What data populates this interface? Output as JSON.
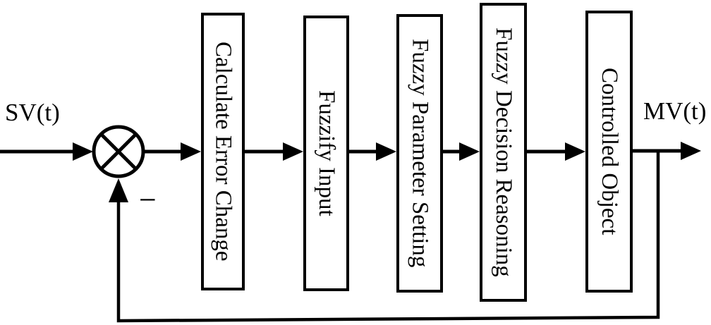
{
  "diagram": {
    "input_label": "SV(t)",
    "output_label": "MV(t)",
    "feedback_sign": "−",
    "summing_junction": "circle-with-cross",
    "blocks": [
      {
        "label": "Calculate Error Change"
      },
      {
        "label": "Fuzzify Input"
      },
      {
        "label": "Fuzzy Parameter Setting"
      },
      {
        "label": "Fuzzy Decision Reasoning"
      },
      {
        "label": "Controlled Object"
      }
    ],
    "colors": {
      "line": "#000000",
      "background": "#ffffff"
    }
  }
}
